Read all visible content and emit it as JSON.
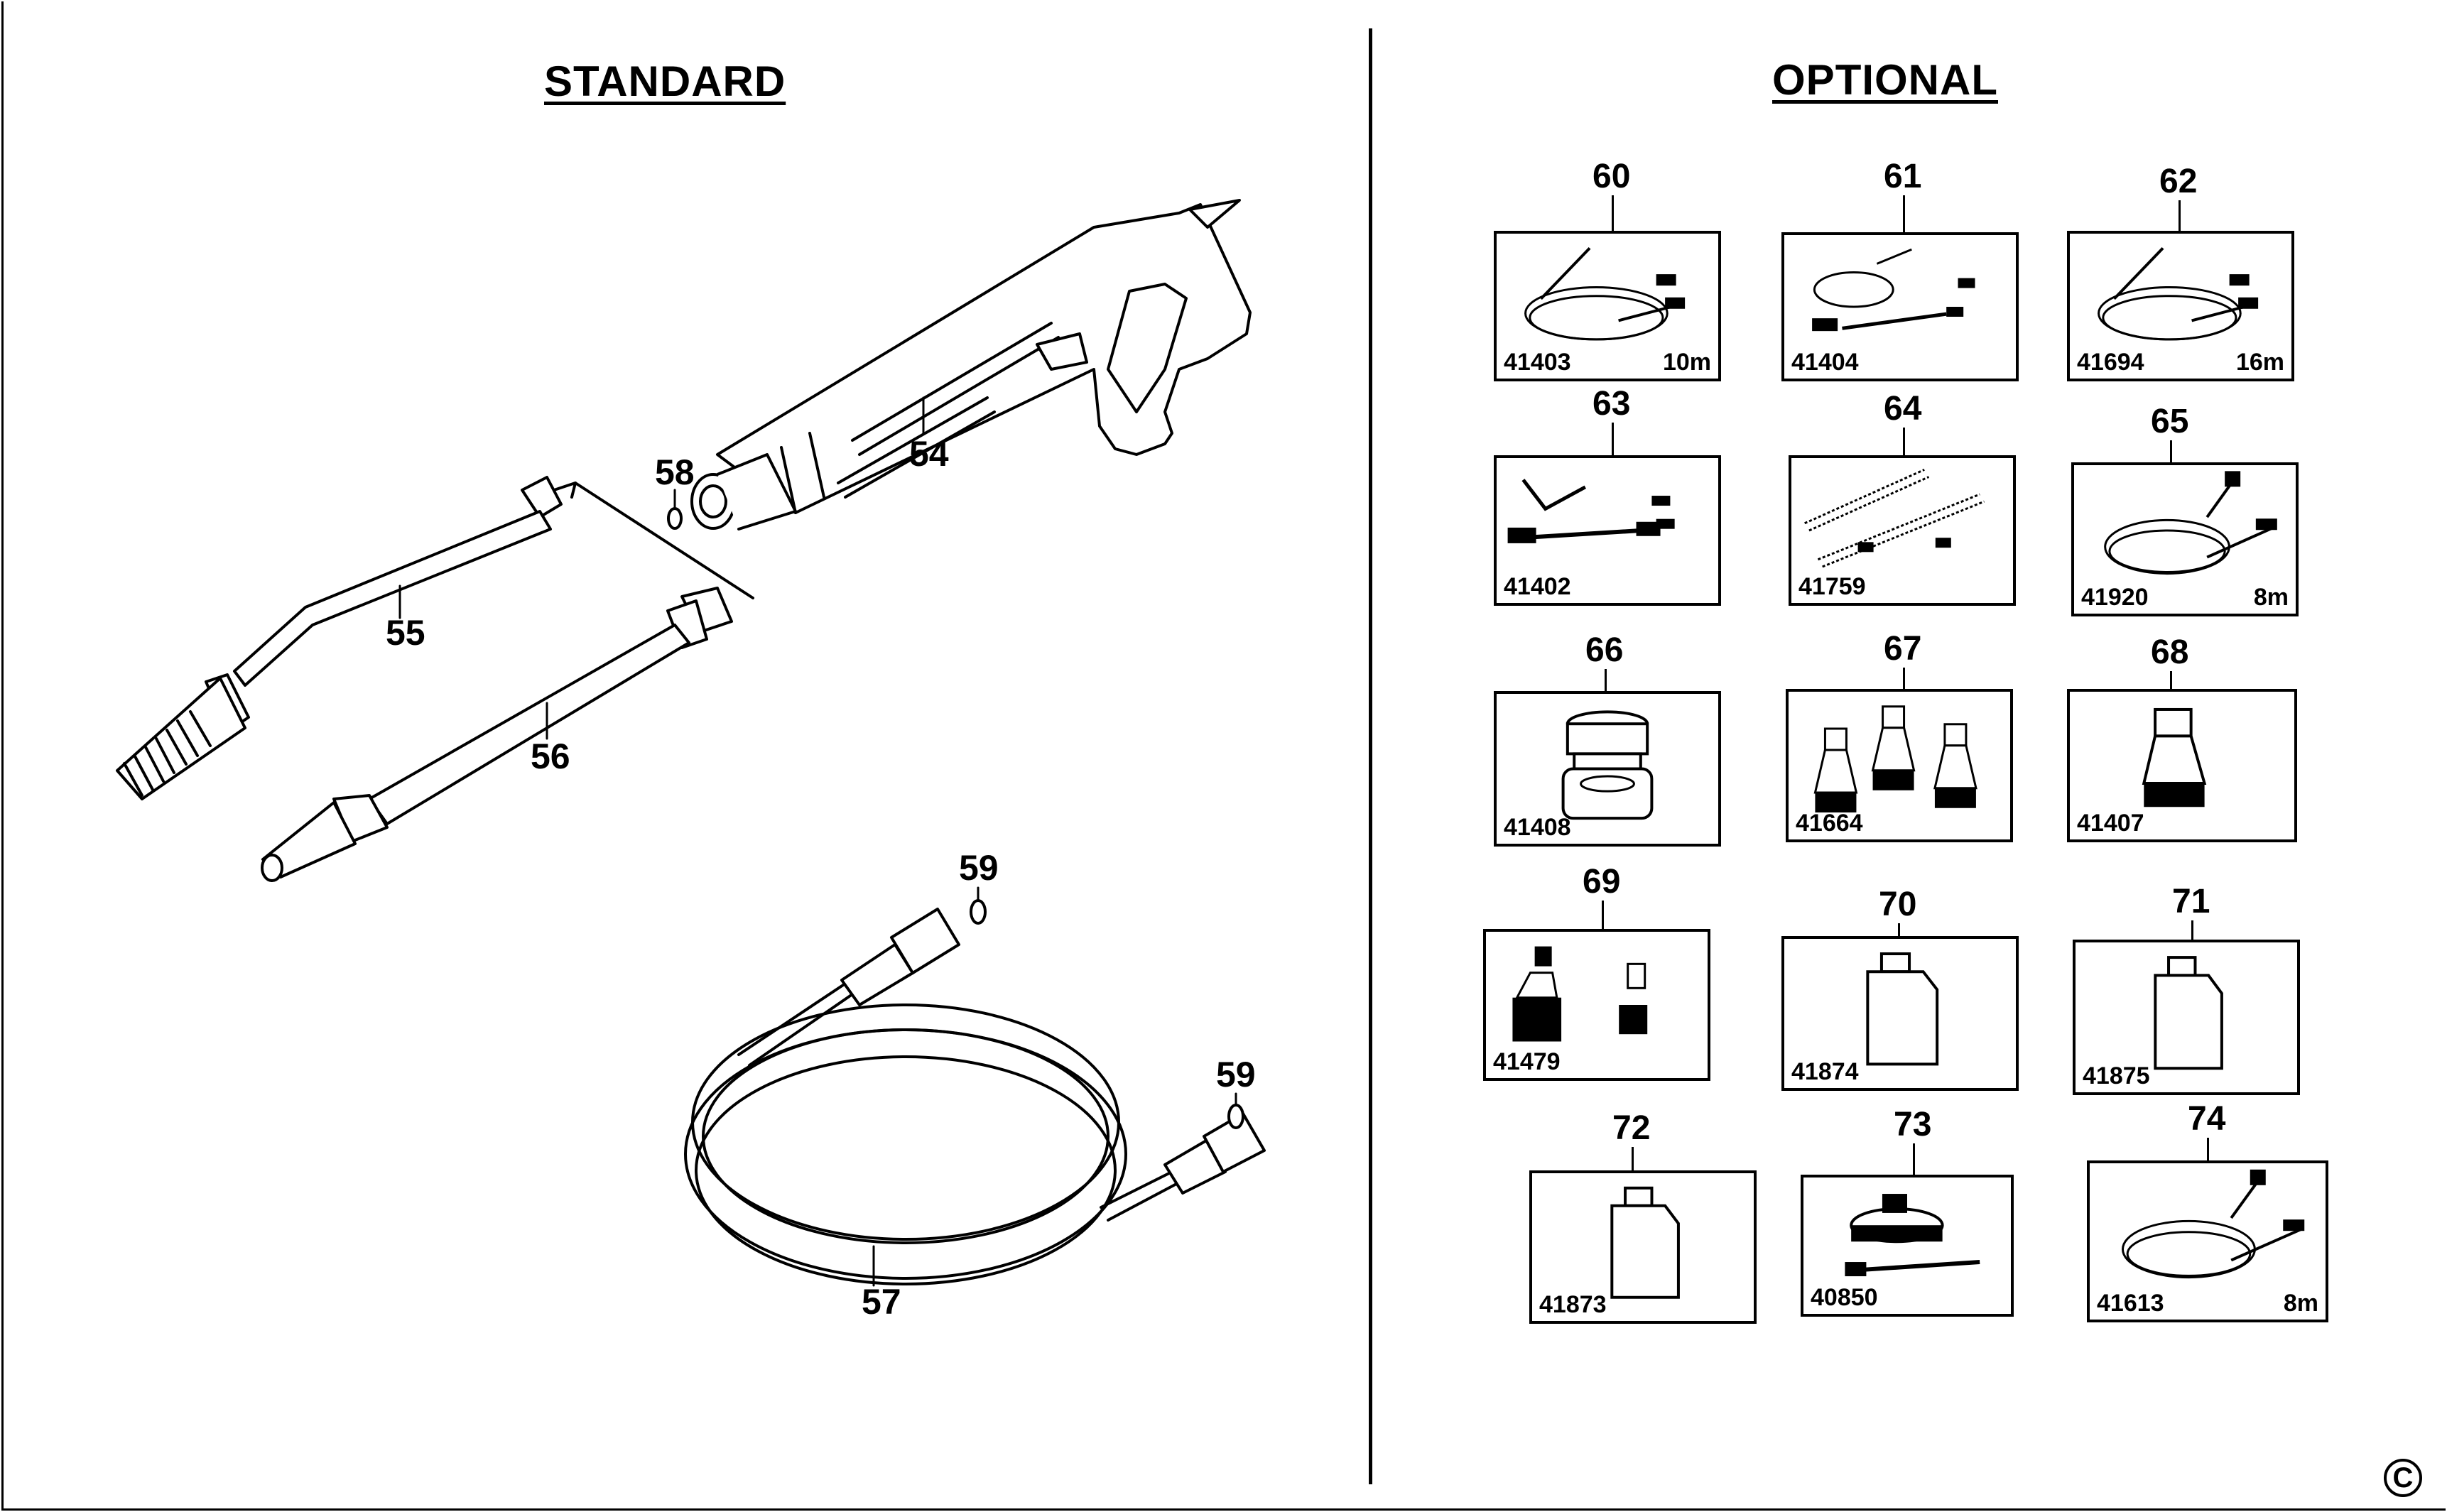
{
  "sections": {
    "standard_title": "STANDARD",
    "optional_title": "OPTIONAL"
  },
  "standard_parts": {
    "p54": "54",
    "p55": "55",
    "p56": "56",
    "p57": "57",
    "p58": "58",
    "p59a": "59",
    "p59b": "59"
  },
  "optional_parts": [
    {
      "num": "60",
      "code": "41403",
      "length": "10m",
      "icon": "hose-with-nozzles-icon"
    },
    {
      "num": "61",
      "code": "41404",
      "length": "",
      "icon": "pipe-cleaning-hose-icon"
    },
    {
      "num": "62",
      "code": "41694",
      "length": "16m",
      "icon": "hose-with-nozzles-icon"
    },
    {
      "num": "63",
      "code": "41402",
      "length": "",
      "icon": "angled-lance-icon"
    },
    {
      "num": "64",
      "code": "41759",
      "length": "",
      "icon": "telescopic-lance-icon"
    },
    {
      "num": "65",
      "code": "41920",
      "length": "8m",
      "icon": "extension-hose-icon"
    },
    {
      "num": "66",
      "code": "41408",
      "length": "",
      "icon": "hose-adapter-icon"
    },
    {
      "num": "67",
      "code": "41664",
      "length": "",
      "icon": "nozzle-set-icon"
    },
    {
      "num": "68",
      "code": "41407",
      "length": "",
      "icon": "single-nozzle-icon"
    },
    {
      "num": "69",
      "code": "41479",
      "length": "",
      "icon": "quick-connector-icon"
    },
    {
      "num": "70",
      "code": "41874",
      "length": "",
      "icon": "detergent-bottle-icon"
    },
    {
      "num": "71",
      "code": "41875",
      "length": "",
      "icon": "detergent-bottle-icon"
    },
    {
      "num": "72",
      "code": "41873",
      "length": "",
      "icon": "detergent-bottle-icon"
    },
    {
      "num": "73",
      "code": "40850",
      "length": "",
      "icon": "patio-cleaner-icon"
    },
    {
      "num": "74",
      "code": "41613",
      "length": "8m",
      "icon": "extension-hose-icon"
    }
  ],
  "copyright_symbol": "C"
}
